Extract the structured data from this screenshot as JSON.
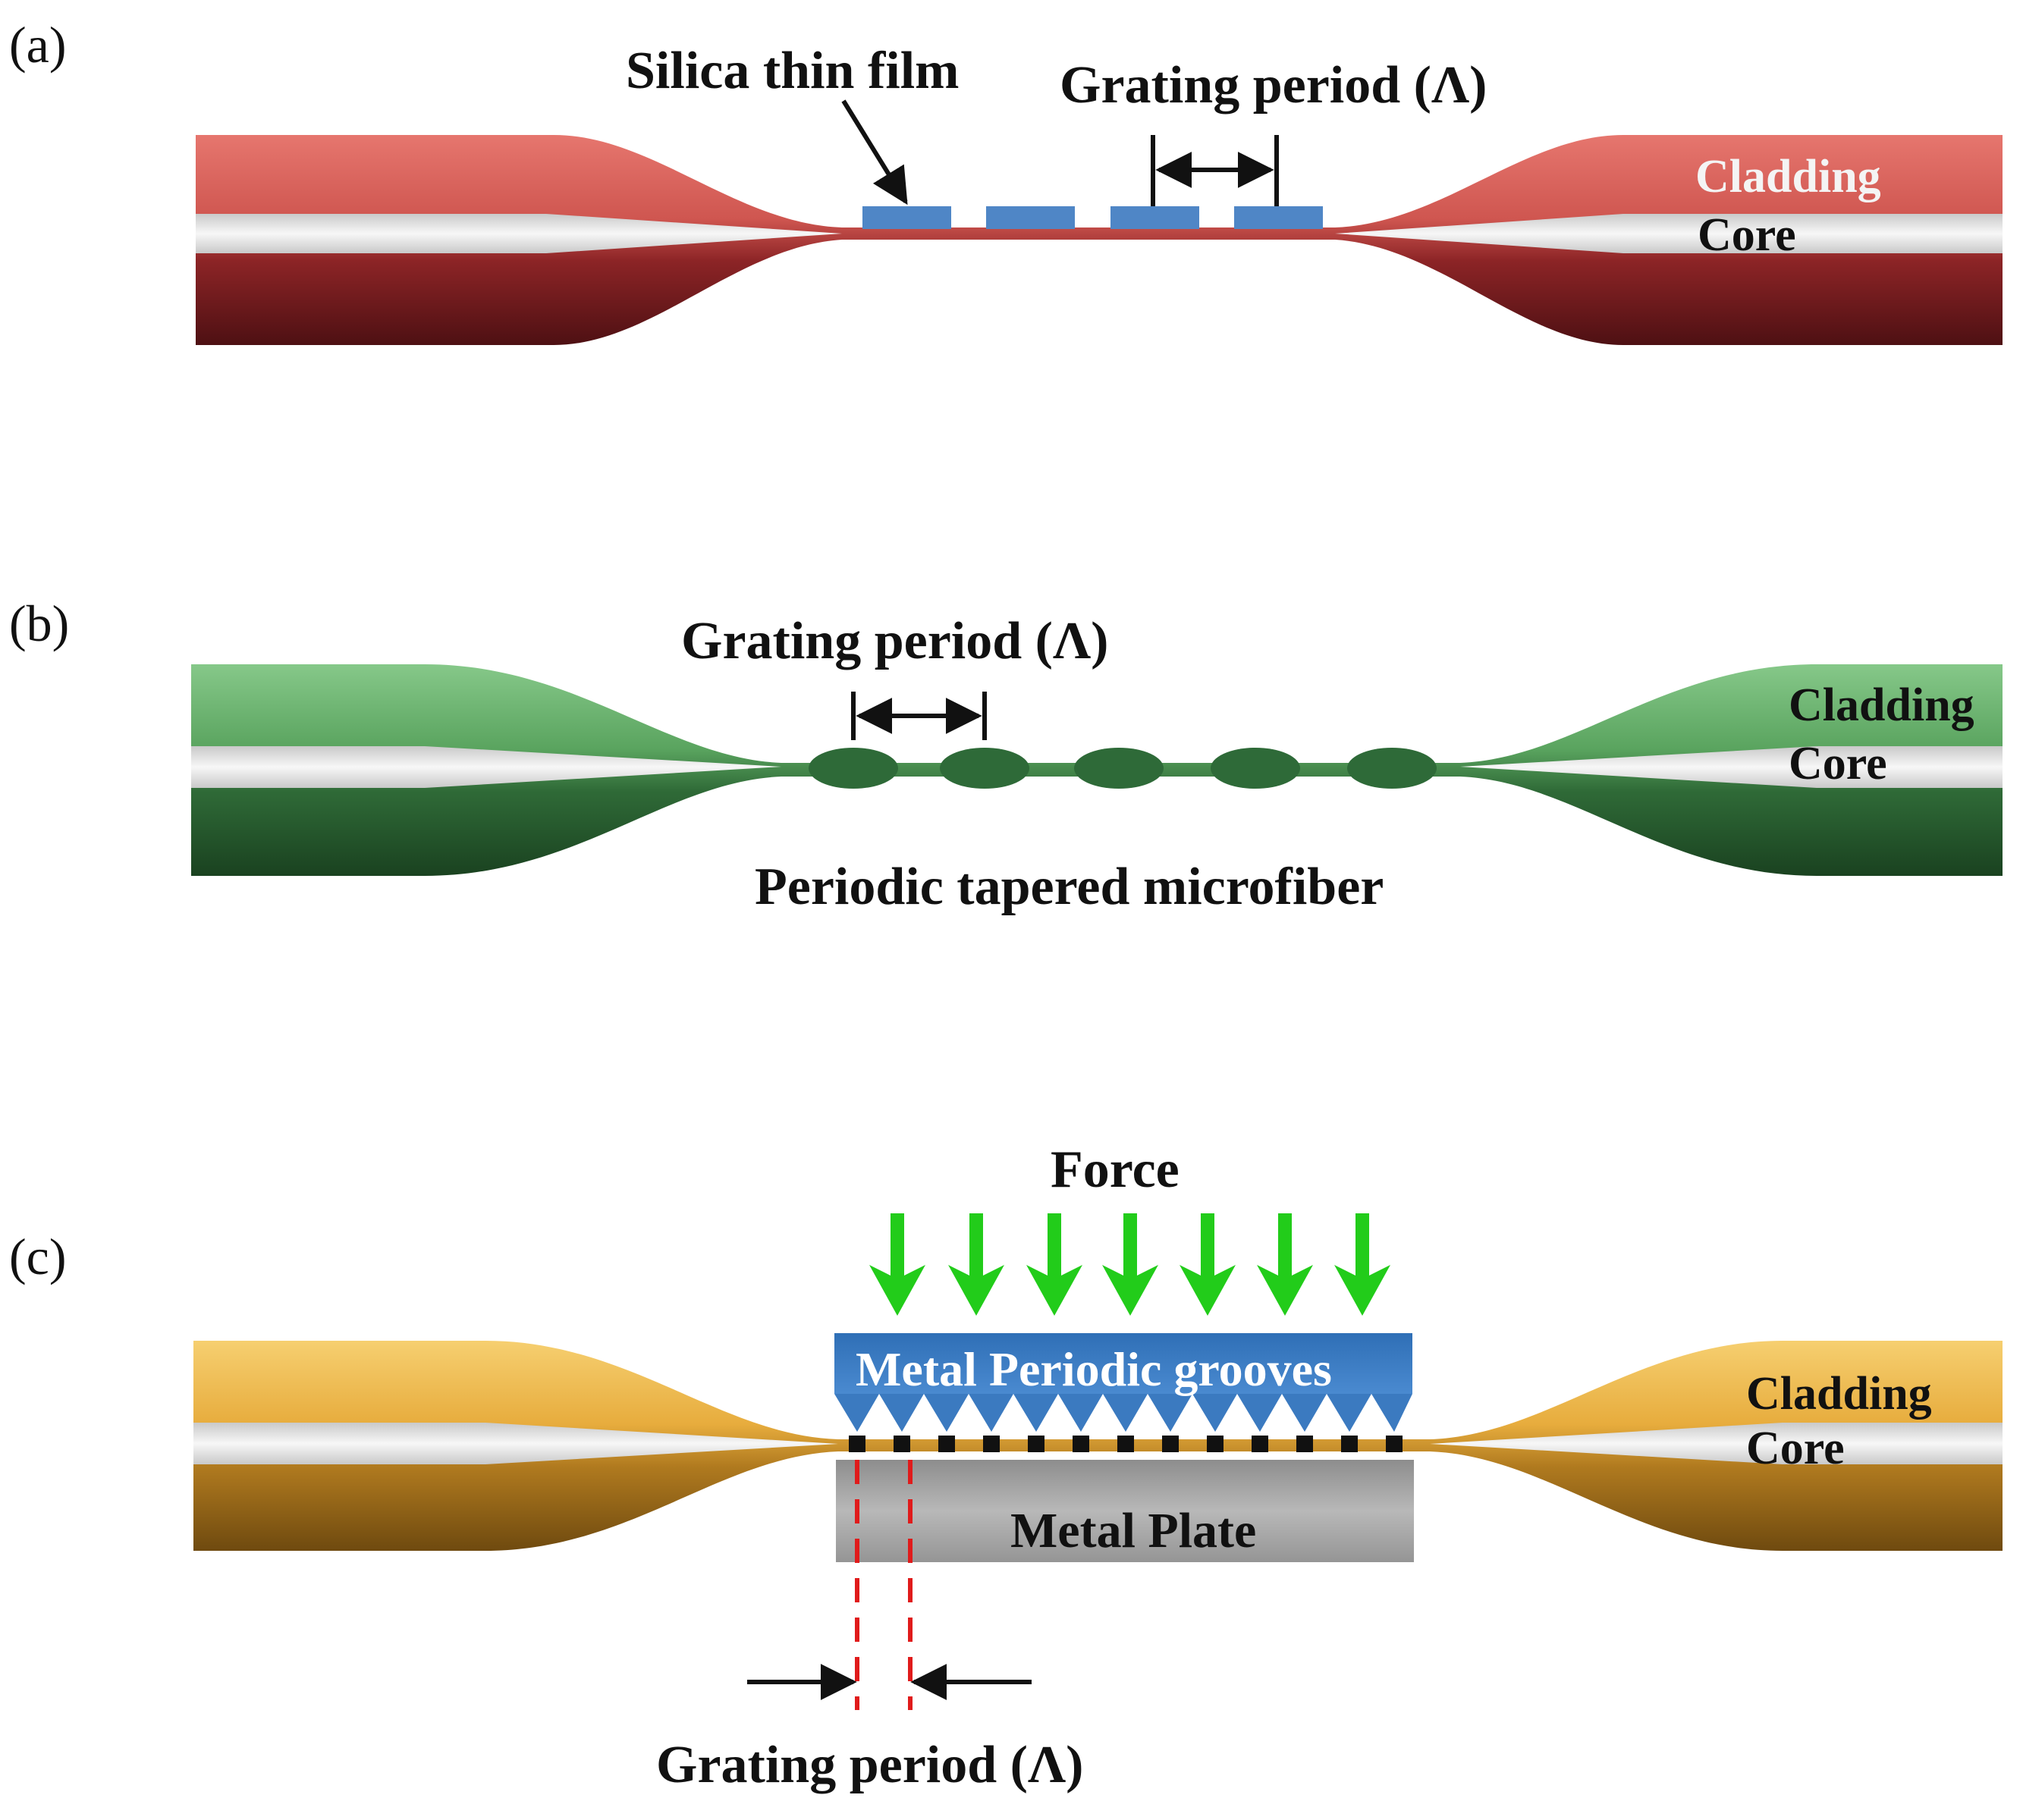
{
  "colors": {
    "panel_a_light": "#e06a62",
    "panel_a_dark": "#5a1417",
    "panel_b_light": "#7cc07f",
    "panel_b_dark": "#1e4b25",
    "panel_c_light": "#f4c35a",
    "panel_c_dark": "#7d5512",
    "core": "#e9e9e9",
    "silica_film": "#4f86c6",
    "grooves": "#3b7ac0",
    "force_arrow": "#22cc1a",
    "metal_plate": "#9a9a9a",
    "marker_dash": "#e01b1b"
  },
  "panel_a": {
    "tag": "(a)",
    "silica_label": "Silica thin film",
    "period_label": "Grating period (Λ)",
    "cladding_label": "Cladding",
    "core_label": "Core"
  },
  "panel_b": {
    "tag": "(b)",
    "period_label": "Grating period (Λ)",
    "cladding_label": "Cladding",
    "core_label": "Core",
    "microfiber_label": "Periodic tapered microfiber"
  },
  "panel_c": {
    "tag": "(c)",
    "force_label": "Force",
    "grooves_label": "Metal Periodic grooves",
    "cladding_label": "Cladding",
    "core_label": "Core",
    "plate_label": "Metal Plate",
    "period_label": "Grating period (Λ)"
  }
}
